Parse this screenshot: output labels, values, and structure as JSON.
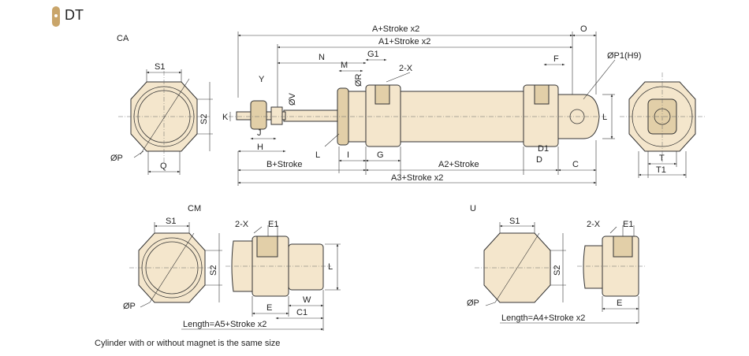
{
  "header": {
    "title": "DT"
  },
  "views": {
    "ca": {
      "name": "CA",
      "labels": {
        "a_stroke": "A+Stroke x2",
        "a1_stroke": "A1+Stroke x2",
        "o": "O",
        "n": "N",
        "m": "M",
        "g1": "G1",
        "two_x": "2-X",
        "f": "F",
        "p1_h9": "ØP1(H9)",
        "y": "Y",
        "v": "ØV",
        "r": "ØR",
        "k": "K",
        "j": "J",
        "h": "H",
        "l_rod": "L",
        "i": "I",
        "g": "G",
        "b_stroke": "B+Stroke",
        "a2_stroke": "A2+Stroke",
        "d": "D",
        "d1": "D1",
        "c": "C",
        "l_clevis": "L",
        "a3_stroke": "A3+Stroke x2",
        "s1": "S1",
        "s2": "S2",
        "p": "ØP",
        "q": "Q",
        "t": "T",
        "t1": "T1"
      }
    },
    "cm": {
      "name": "CM",
      "labels": {
        "s1": "S1",
        "s2": "S2",
        "p": "ØP",
        "two_x": "2-X",
        "e1": "E1",
        "l": "L",
        "e": "E",
        "c1": "C1",
        "w": "W",
        "length": "Length=A5+Stroke x2"
      }
    },
    "u": {
      "name": "U",
      "labels": {
        "s1": "S1",
        "s2": "S2",
        "p": "ØP",
        "two_x": "2-X",
        "e1": "E1",
        "e": "E",
        "length": "Length=A4+Stroke x2"
      }
    }
  },
  "footnote": "Cylinder with or without magnet is the same size",
  "colors": {
    "body": "#f4e6cc",
    "shade": "#e2cfa8",
    "tag": "#c9a56a",
    "line": "#333333"
  }
}
